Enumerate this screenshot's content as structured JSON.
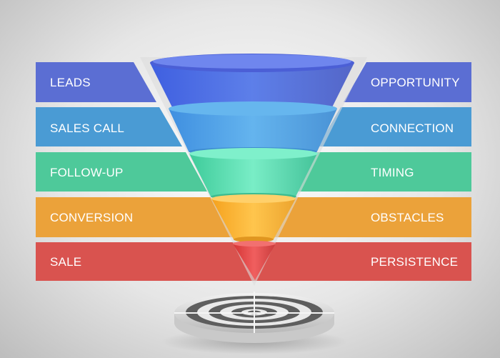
{
  "funnel": {
    "stages": [
      {
        "left_label": "LEADS",
        "right_label": "OPPORTUNITY",
        "color": "#5b6ed3"
      },
      {
        "left_label": "SALES CALL",
        "right_label": "CONNECTION",
        "color": "#4a9bd4"
      },
      {
        "left_label": "FOLLOW-UP",
        "right_label": "TIMING",
        "color": "#4ec99a"
      },
      {
        "left_label": "CONVERSION",
        "right_label": "OBSTACLES",
        "color": "#eba23a"
      },
      {
        "left_label": "SALE",
        "right_label": "PERSISTENCE",
        "color": "#d9534f"
      }
    ]
  },
  "colors": {
    "background": "#e6e6e6",
    "funnel_blue": "#4f6fe0",
    "funnel_lightblue": "#4aa0e2",
    "funnel_green": "#4fd6a8",
    "funnel_orange": "#ffb230",
    "funnel_red": "#e34848",
    "target": "#5c5c5c"
  }
}
